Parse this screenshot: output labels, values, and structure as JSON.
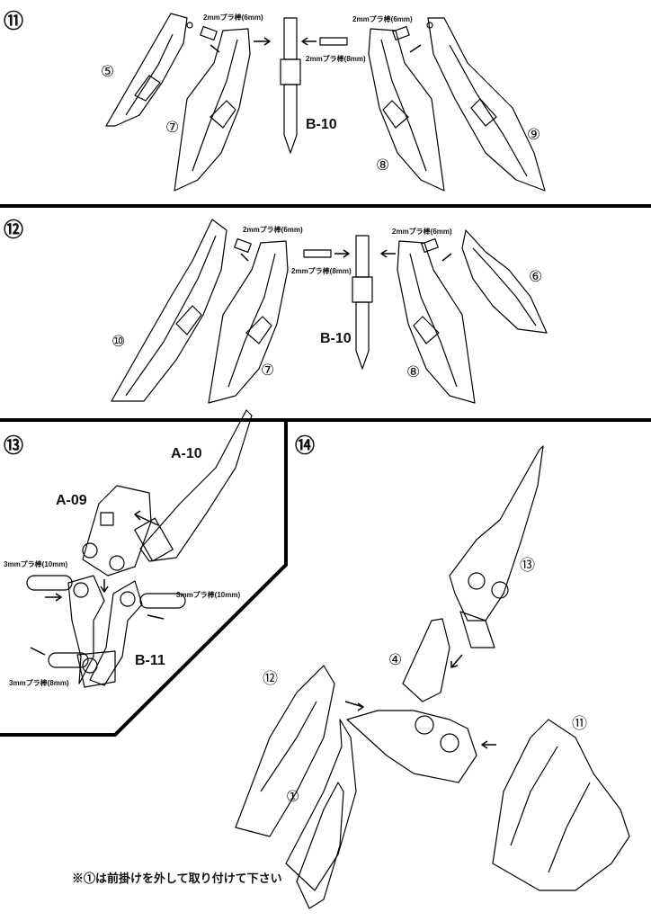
{
  "steps": {
    "s11": "⑪",
    "s12": "⑫",
    "s13": "⑬",
    "s14": "⑭"
  },
  "step11": {
    "part5": "⑤",
    "part7": "⑦",
    "part8": "⑧",
    "part9": "⑨",
    "code": "B-10",
    "rod_left": "2mmプラ棒(6mm)",
    "rod_right": "2mmプラ棒(6mm)",
    "rod_center": "2mmプラ棒(8mm)"
  },
  "step12": {
    "part10": "⑩",
    "part7": "⑦",
    "part8": "⑧",
    "part6": "⑥",
    "code": "B-10",
    "rod_left": "2mmプラ棒(6mm)",
    "rod_right": "2mmプラ棒(6mm)",
    "rod_center": "2mmプラ棒(8mm)"
  },
  "step13": {
    "code_a10": "A-10",
    "code_a09": "A-09",
    "code_b11": "B-11",
    "rod_1": "3mmプラ棒(10mm)",
    "rod_2": "3mmプラ棒(10mm)",
    "rod_3": "3mmプラ棒(8mm)"
  },
  "step14": {
    "sub13": "⑬",
    "sub4": "④",
    "sub12": "⑫",
    "sub11": "⑪",
    "sub1": "①"
  },
  "footnote": "※①は前掛けを外して取り付けて下さい"
}
